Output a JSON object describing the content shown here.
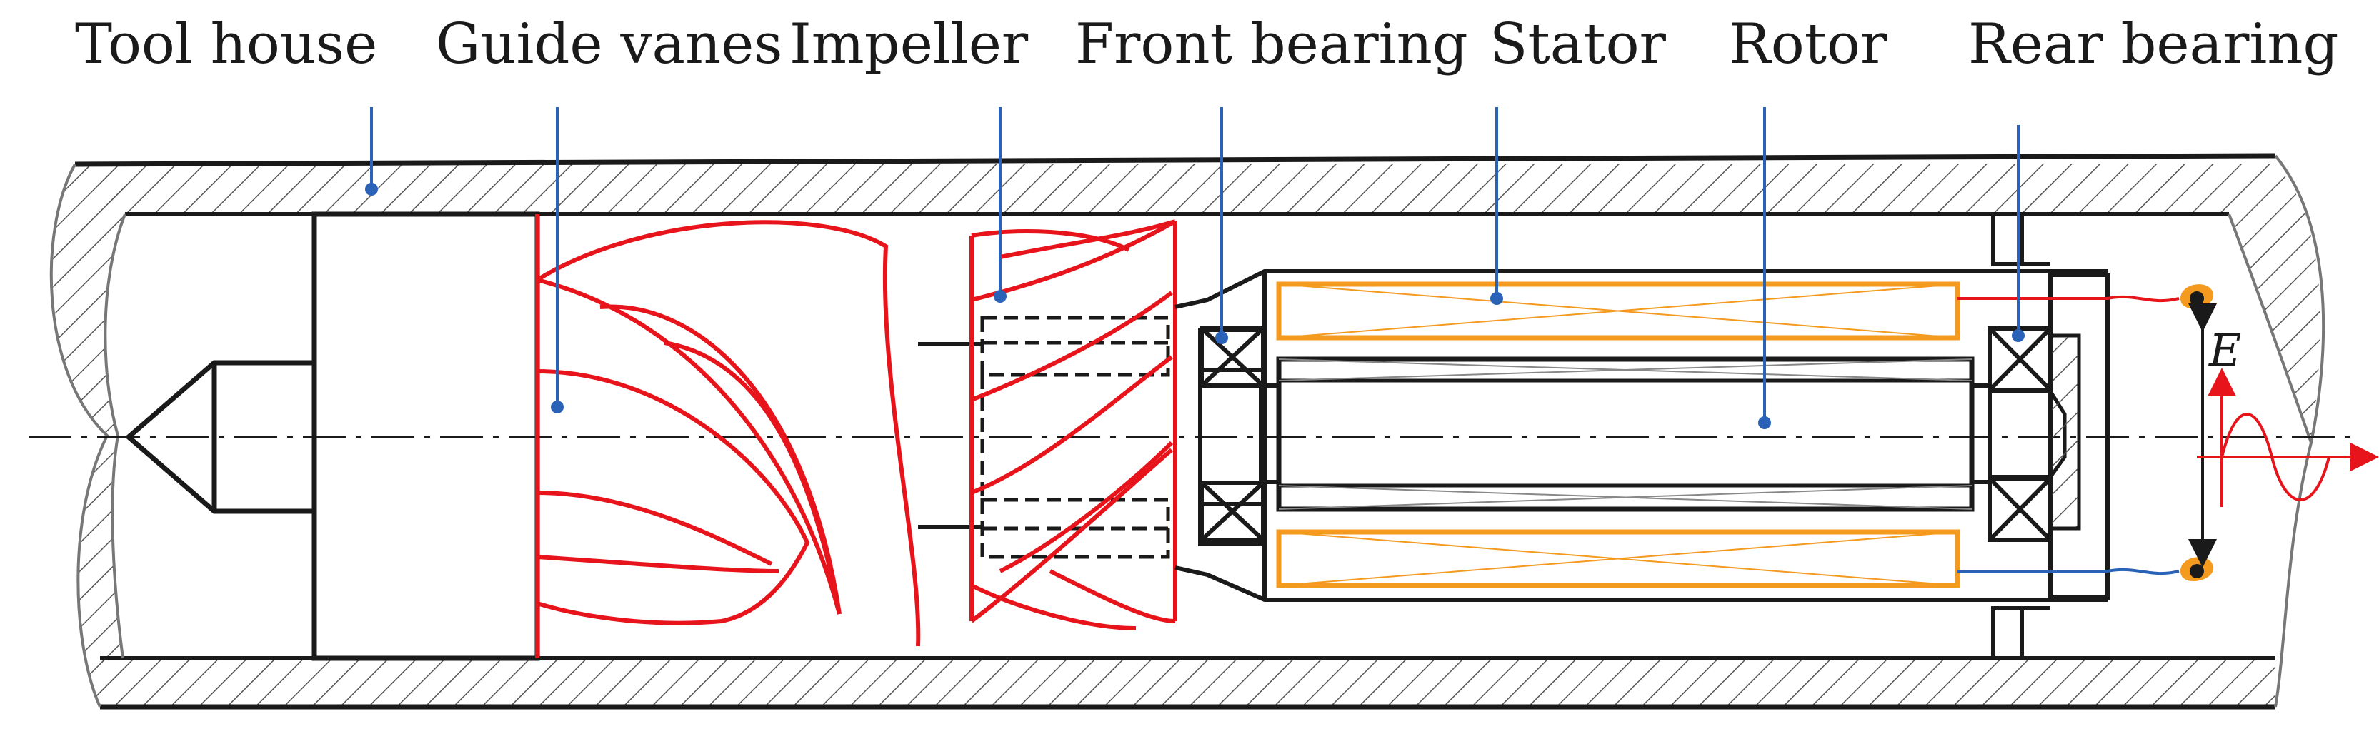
{
  "labels": {
    "tool_house": "Tool house",
    "guide_vanes": "Guide vanes",
    "impeller": "Impeller",
    "front_bearing": "Front bearing",
    "stator": "Stator",
    "rotor": "Rotor",
    "rear_bearing": "Rear bearing",
    "emf": "E"
  },
  "colors": {
    "outline": "#1a1a1a",
    "hydraulic_parts": "#e8141c",
    "stator_winding": "#f39a1f",
    "leader_lines": "#2a62b8",
    "signal_wire_top": "#e8141c",
    "signal_wire_bottom": "#2a62b8"
  }
}
